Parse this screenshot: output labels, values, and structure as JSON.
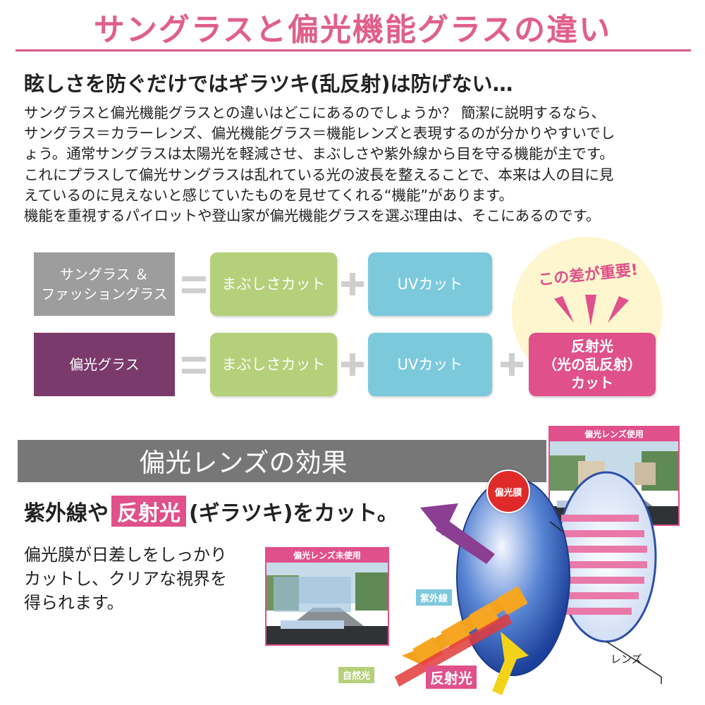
{
  "title": "サングラスと偏光機能グラスの違い",
  "subtitle": "眩しさを防ぐだけではギラツキ(乱反射)は防げない…",
  "body_lines": [
    "サングラスと偏光機能グラスとの違いはどこにあるのでしょうか？ 簡潔に説明するなら、",
    "サングラス＝カラーレンズ、偏光機能グラス＝機能レンズと表現するのが分かりやすいでし",
    "ょう。通常サングラスは太陽光を軽減させ、まぶしさや紫外線から目を守る機能が主です。",
    "これにプラスして偏光サングラスは乱れている光の波長を整えることで、本来は人の目に見",
    "えているのに見えないと感じていたものを見せてくれる“機能”があります。",
    "機能を重視するパイロットや登山家が偏光機能グラスを選ぶ理由は、そこにあるのです。"
  ],
  "comparison": {
    "row1_label_line1": "サングラス ＆",
    "row1_label_line2": "ファッショングラス",
    "row2_label": "偏光グラス",
    "glare_cut": "まぶしさカット",
    "uv_cut": "UVカット",
    "emphasis": "この差が重要!",
    "reflect_line1": "反射光",
    "reflect_line2": "（光の乱反射）",
    "reflect_line3": "カット"
  },
  "effect": {
    "heading": "偏光レンズの効果",
    "cut_prefix": "紫外線や",
    "cut_highlight": "反射光",
    "cut_suffix": "(ギラツキ)をカット。",
    "desc_lines": [
      "偏光膜が日差しをしっかり",
      "カットし、クリアな視界を",
      "得られます。"
    ]
  },
  "diagram": {
    "photo_without": "偏光レンズ未使用",
    "photo_with": "偏光レンズ使用",
    "film_label": "偏光膜",
    "uv_label": "紫外線",
    "natural_light_label": "自然光",
    "reflected_label": "反射光",
    "lens_label": "レンズ"
  },
  "colors": {
    "pink": "#e05f8c",
    "plum": "#7a3a6b",
    "green": "#b5d07a",
    "cyan": "#7cc9dc",
    "gray": "#9d9d9d"
  }
}
